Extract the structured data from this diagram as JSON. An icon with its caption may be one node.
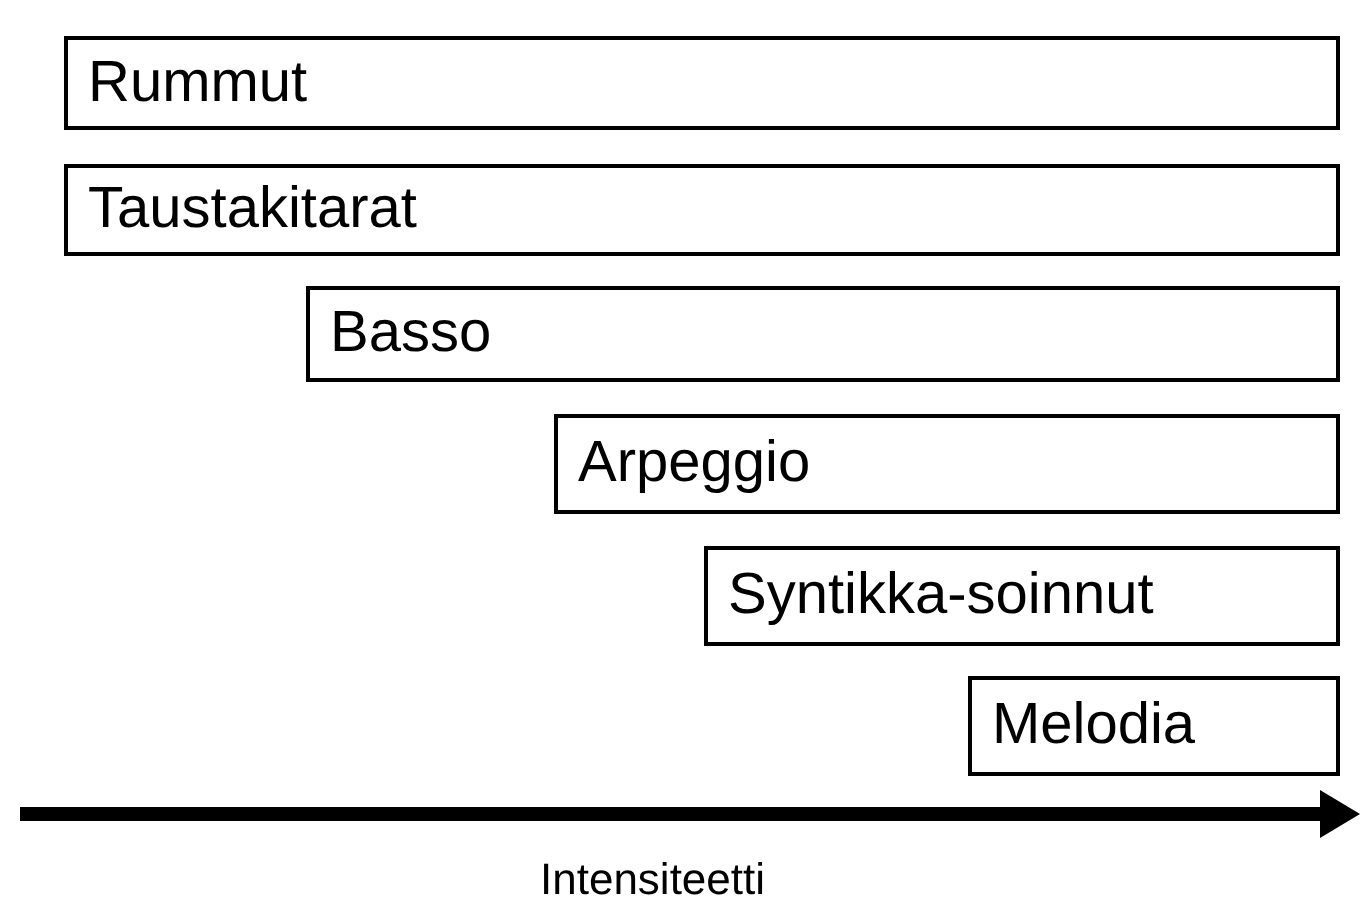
{
  "diagram": {
    "nodes": [
      {
        "text": [
          "Rummut"
        ]
      },
      {
        "text": [
          "Taustakitarat"
        ]
      },
      {
        "text": [
          "Basso"
        ]
      },
      {
        "text": [
          "Arpeggio"
        ]
      },
      {
        "text": [
          "Syntikka-soinnut"
        ]
      },
      {
        "text": [
          "Melodia"
        ]
      }
    ],
    "labels": [
      "Intensiteetti"
    ]
  }
}
